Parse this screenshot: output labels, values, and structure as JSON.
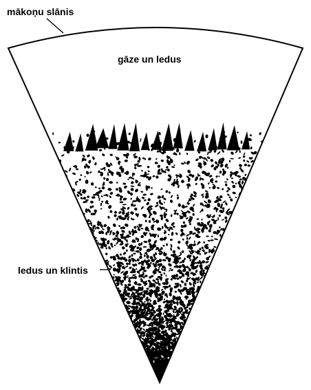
{
  "labels": {
    "cloud_layer": "mākoņu slānis",
    "gas_and_ice": "gāze un ledus",
    "ice_and_rock": "ledus un klintis"
  },
  "colors": {
    "background": "#ffffff",
    "ink": "#000000"
  }
}
